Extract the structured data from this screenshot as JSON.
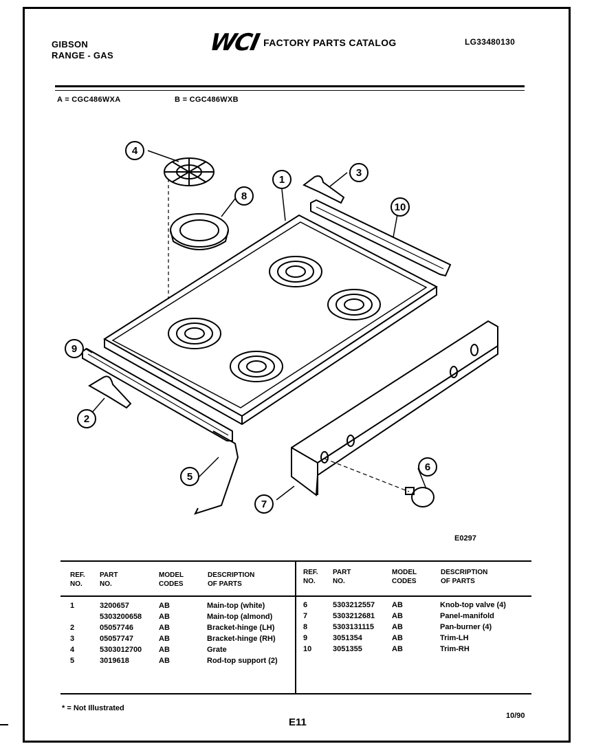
{
  "header": {
    "brand": "GIBSON",
    "product": "RANGE - GAS",
    "logo": "WCI",
    "catalog_title": "FACTORY PARTS CATALOG",
    "catalog_no": "LG33480130"
  },
  "models": {
    "a": "A = CGC486WXA",
    "b": "B = CGC486WXB"
  },
  "diagram": {
    "callouts": [
      "1",
      "2",
      "3",
      "4",
      "5",
      "6",
      "7",
      "8",
      "9",
      "10"
    ],
    "figure_code": "E0297"
  },
  "table": {
    "headers": {
      "ref": [
        "REF.",
        "NO."
      ],
      "part": [
        "PART",
        "NO."
      ],
      "model": [
        "MODEL",
        "CODES"
      ],
      "desc": [
        "DESCRIPTION",
        "OF PARTS"
      ]
    },
    "left_rows": [
      {
        "ref": "1",
        "part": "3200657",
        "codes": "AB",
        "desc": "Main-top (white)"
      },
      {
        "ref": "",
        "part": "5303200658",
        "codes": "AB",
        "desc": "Main-top (almond)"
      },
      {
        "ref": "2",
        "part": "05057746",
        "codes": "AB",
        "desc": "Bracket-hinge (LH)"
      },
      {
        "ref": "3",
        "part": "05057747",
        "codes": "AB",
        "desc": "Bracket-hinge (RH)"
      },
      {
        "ref": "4",
        "part": "5303012700",
        "codes": "AB",
        "desc": "Grate"
      },
      {
        "ref": "5",
        "part": "3019618",
        "codes": "AB",
        "desc": "Rod-top support (2)"
      }
    ],
    "right_rows": [
      {
        "ref": "6",
        "part": "5303212557",
        "codes": "AB",
        "desc": "Knob-top valve (4)"
      },
      {
        "ref": "7",
        "part": "5303212681",
        "codes": "AB",
        "desc": "Panel-manifold"
      },
      {
        "ref": "8",
        "part": "5303131115",
        "codes": "AB",
        "desc": "Pan-burner (4)"
      },
      {
        "ref": "9",
        "part": "3051354",
        "codes": "AB",
        "desc": "Trim-LH"
      },
      {
        "ref": "10",
        "part": "3051355",
        "codes": "AB",
        "desc": "Trim-RH"
      }
    ]
  },
  "footer": {
    "footnote": "* = Not Illustrated",
    "page": "E11",
    "date": "10/90"
  }
}
